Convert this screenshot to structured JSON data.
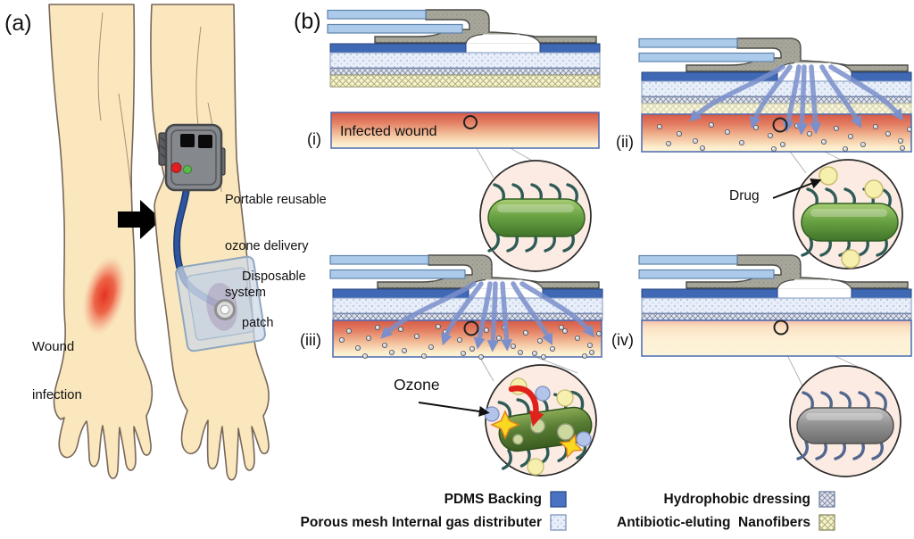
{
  "figure": {
    "panel_a": {
      "label": "(a)",
      "wound_label_line1": "Wound",
      "wound_label_line2": "infection",
      "device_label_line1": "Portable reusable",
      "device_label_line2": "ozone delivery",
      "device_label_line3": "system",
      "patch_label_line1": "Disposable",
      "patch_label_line2": "patch"
    },
    "panel_b": {
      "label": "(b)",
      "stage_i": {
        "label": "(i)",
        "caption": "Infected wound"
      },
      "stage_ii": {
        "label": "(ii)",
        "annotation": "Drug"
      },
      "stage_iii": {
        "label": "(iii)",
        "annotation": "Ozone"
      },
      "stage_iv": {
        "label": "(iv)"
      }
    },
    "legend": {
      "pdms": "PDMS Backing",
      "mesh": "Porous mesh Internal gas distributer",
      "hydrophobic": "Hydrophobic dressing",
      "nanofibers": "Antibiotic-eluting  Nanofibers"
    },
    "colors": {
      "pdms_blue": "#4a72c4",
      "tube_blue": "#accbea",
      "connector_gray": "#a6a59a",
      "wound_red": "#d96757",
      "gas_arrow": "#7a8fcb",
      "bacterium_green": "#6aa344",
      "bacterium_dead_gray": "#939393",
      "drug_yellow": "#f6efad",
      "ozone_blue": "#b3c4ea",
      "device_gray": "#85888d",
      "skin": "#fae7bd"
    }
  }
}
